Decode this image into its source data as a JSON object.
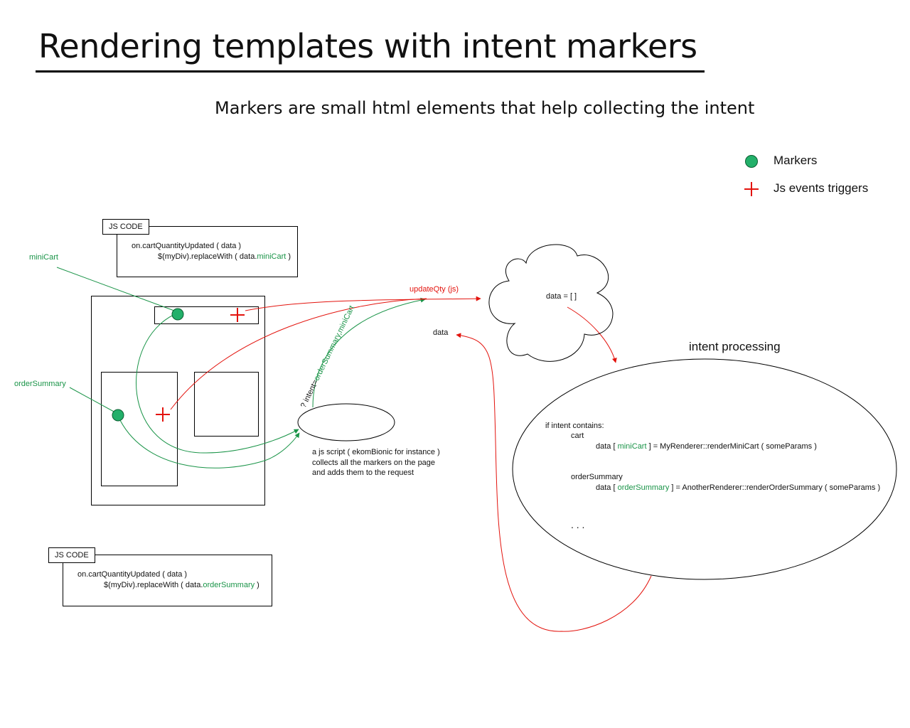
{
  "title": "Rendering templates with intent markers",
  "subtitle": "Markers are small html elements that help collecting the intent",
  "legend": {
    "markers": "Markers",
    "triggers": "Js events triggers"
  },
  "colors": {
    "marker": "#23b06a",
    "trigger": "#e3130d",
    "green_text": "#1a9448"
  },
  "js_code_top": {
    "tag": "JS CODE",
    "line1": "on.cartQuantityUpdated ( data )",
    "line2_prefix": "$(myDiv).replaceWith ( data.",
    "line2_key": "miniCart",
    "line2_suffix": " )"
  },
  "js_code_bottom": {
    "tag": "JS CODE",
    "line1": "on.cartQuantityUpdated ( data )",
    "line2_prefix": "$(myDiv).replaceWith ( data.",
    "line2_key": "orderSummary",
    "line2_suffix": " )"
  },
  "labels": {
    "mini_cart": "miniCart",
    "order_summary": "orderSummary",
    "update_qty": "updateQty  (js)",
    "data_return": "data",
    "cloud_data": "data = [ ]",
    "intent_query_prefix": "? intent=",
    "intent_query_value": "orderSummary,miniCart",
    "intent_processing": "intent processing"
  },
  "js_script_note": [
    "a js script ( ekomBionic for instance )",
    "collects all the markers on the page",
    "and adds them to the request"
  ],
  "intent_block": {
    "line1": "if intent contains:",
    "cart": "cart",
    "cart_prefix": "data [ ",
    "cart_key": "miniCart",
    "cart_suffix": " ] = MyRenderer::renderMiniCart ( someParams )",
    "order": "orderSummary",
    "order_prefix": "data [ ",
    "order_key": "orderSummary",
    "order_suffix": " ] = AnotherRenderer::renderOrderSummary ( someParams )",
    "ellipsis": ". . ."
  }
}
